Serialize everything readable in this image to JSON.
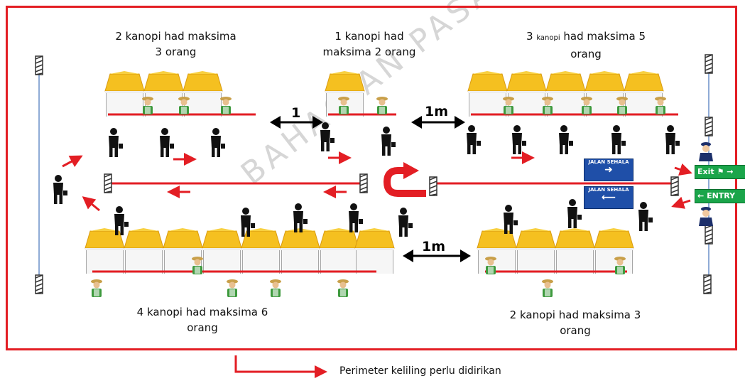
{
  "captions": {
    "top_left_line1": "2 kanopi had maksima",
    "top_left_line2": "3 orang",
    "top_mid_line1": "1 kanopi had",
    "top_mid_line2": "maksima 2 orang",
    "top_right_prefix": "3",
    "top_right_small": "kanopi",
    "top_right_suffix": "had maksima 5",
    "top_right_line2": "orang",
    "bottom_left_line1": "4 kanopi had maksima 6",
    "bottom_left_line2": "orang",
    "bottom_right_line1": "2 kanopi had maksima 3",
    "bottom_right_line2": "orang"
  },
  "distances": {
    "top_left_gap": "1",
    "top_right_gap": "1m",
    "bottom_gap": "1m"
  },
  "signs": {
    "one_way_1": "JALAN SEHALA",
    "one_way_2": "JALAN SEHALA",
    "exit": "Exit",
    "entry": "ENTRY"
  },
  "legend": {
    "perimeter": "Perimeter keliling perlu didirikan"
  },
  "watermark": "BAHAGIAN PASAR TANI",
  "colors": {
    "perimeter": "#e31e24",
    "canopy": "#f5c020",
    "sign_blue": "#1f4fa8",
    "sign_green": "#1aa54a"
  }
}
